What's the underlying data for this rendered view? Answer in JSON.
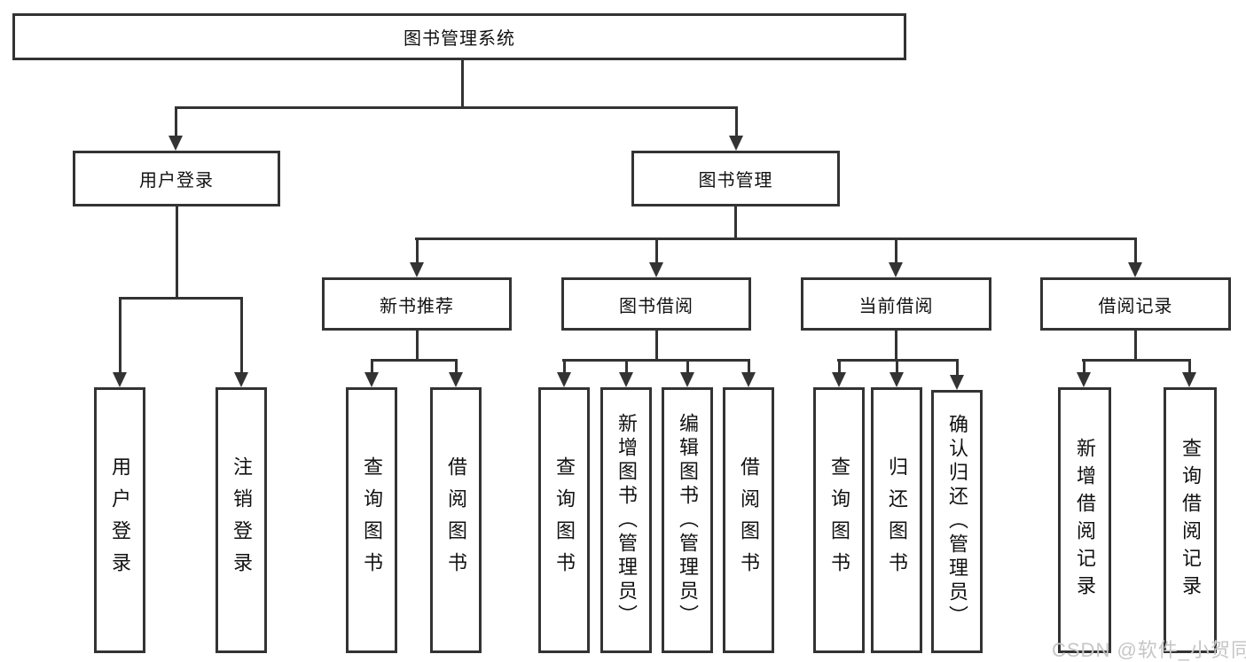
{
  "diagram": {
    "root": "图书管理系统",
    "level2": [
      "用户登录",
      "图书管理"
    ],
    "level3": [
      "新书推荐",
      "图书借阅",
      "当前借阅",
      "借阅记录"
    ],
    "leaves": {
      "login": [
        "用户登录",
        "注销登录"
      ],
      "recommend": [
        "查询图书",
        "借阅图书"
      ],
      "borrow": [
        "查询图书",
        "新增图书（管理员）",
        "编辑图书（管理员）",
        "借阅图书"
      ],
      "current": [
        "查询图书",
        "归还图书",
        "确认归还（管理员）"
      ],
      "records": [
        "新增借阅记录",
        "查询借阅记录"
      ]
    },
    "watermark": "CSDN @软件_小贺同学",
    "colors": {
      "line": "#333333",
      "text": "#111111",
      "background": "#ffffff",
      "watermark": "#c6c6c6"
    }
  }
}
